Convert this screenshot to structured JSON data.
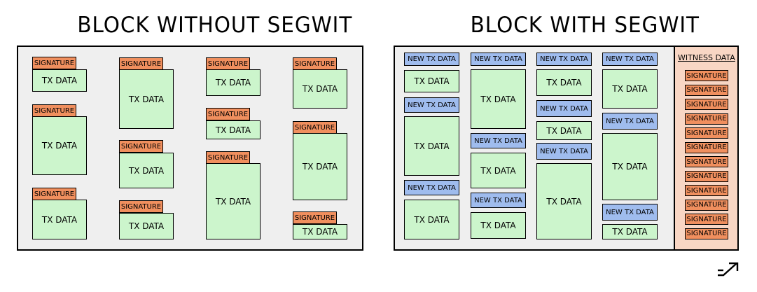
{
  "left_panel": {
    "title": "BLOCK WITHOUT SEGWIT",
    "signature_label": "SIGNATURE",
    "tx_label": "TX DATA"
  },
  "right_panel": {
    "title": "BLOCK WITH SEGWIT",
    "new_tx_label": "NEW TX DATA",
    "tx_label": "TX DATA",
    "witness_title": "WITNESS DATA",
    "signature_label": "SIGNATURE",
    "witness_signature_count": 12
  },
  "colors": {
    "tx_data": "#ccf5cc",
    "signature": "#f08f5e",
    "new_tx_data": "#9fbcee",
    "witness_bg": "#f8d6c4",
    "panel_bg": "#efefef"
  },
  "logo": {
    "icon": "arrow-logo-icon"
  }
}
